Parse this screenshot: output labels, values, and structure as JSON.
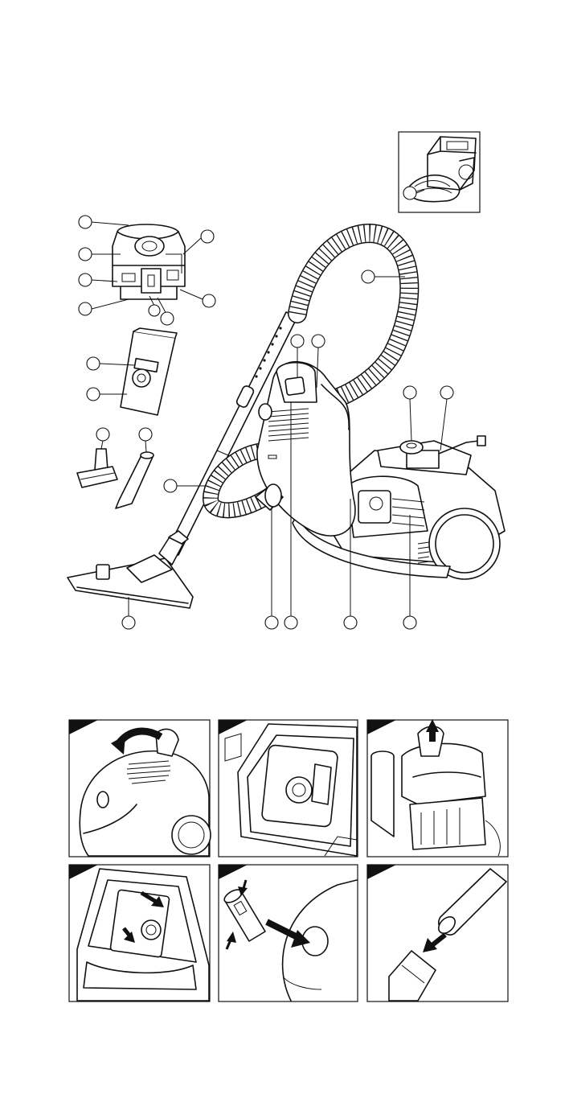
{
  "document": {
    "overview_figure": {
      "callout_count": 21,
      "inset_present": true
    },
    "step_panels": {
      "count": 6,
      "rows": 2,
      "columns": 3
    }
  }
}
